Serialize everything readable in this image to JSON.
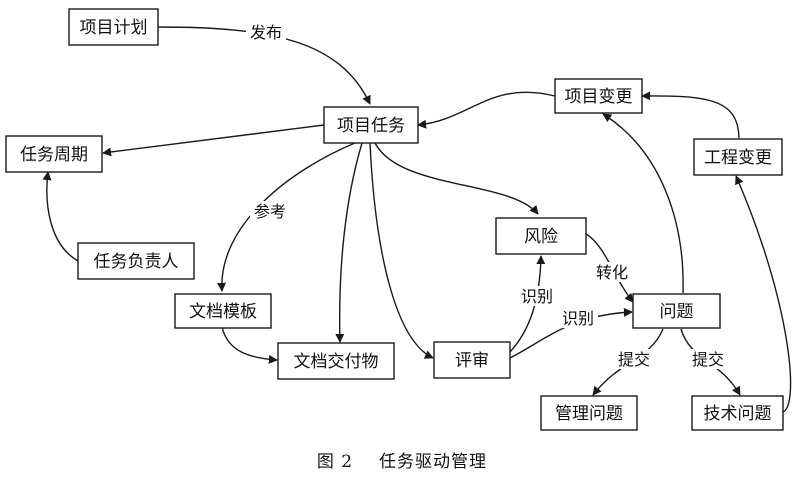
{
  "nodes": {
    "project_plan": "项目计划",
    "project_task": "项目任务",
    "task_cycle": "任务周期",
    "task_owner": "任务负责人",
    "doc_template": "文档模板",
    "doc_deliverable": "文档交付物",
    "review": "评审",
    "risk": "风险",
    "issue": "问题",
    "project_change": "项目变更",
    "engineering_change": "工程变更",
    "management_issue": "管理问题",
    "technical_issue": "技术问题"
  },
  "edge_labels": {
    "publish": "发布",
    "reference": "参考",
    "identify_risk": "识别",
    "identify_issue": "识别",
    "convert": "转化",
    "submit_management": "提交",
    "submit_technical": "提交"
  },
  "caption": {
    "figure_number": "图 2",
    "title": "任务驱动管理"
  }
}
